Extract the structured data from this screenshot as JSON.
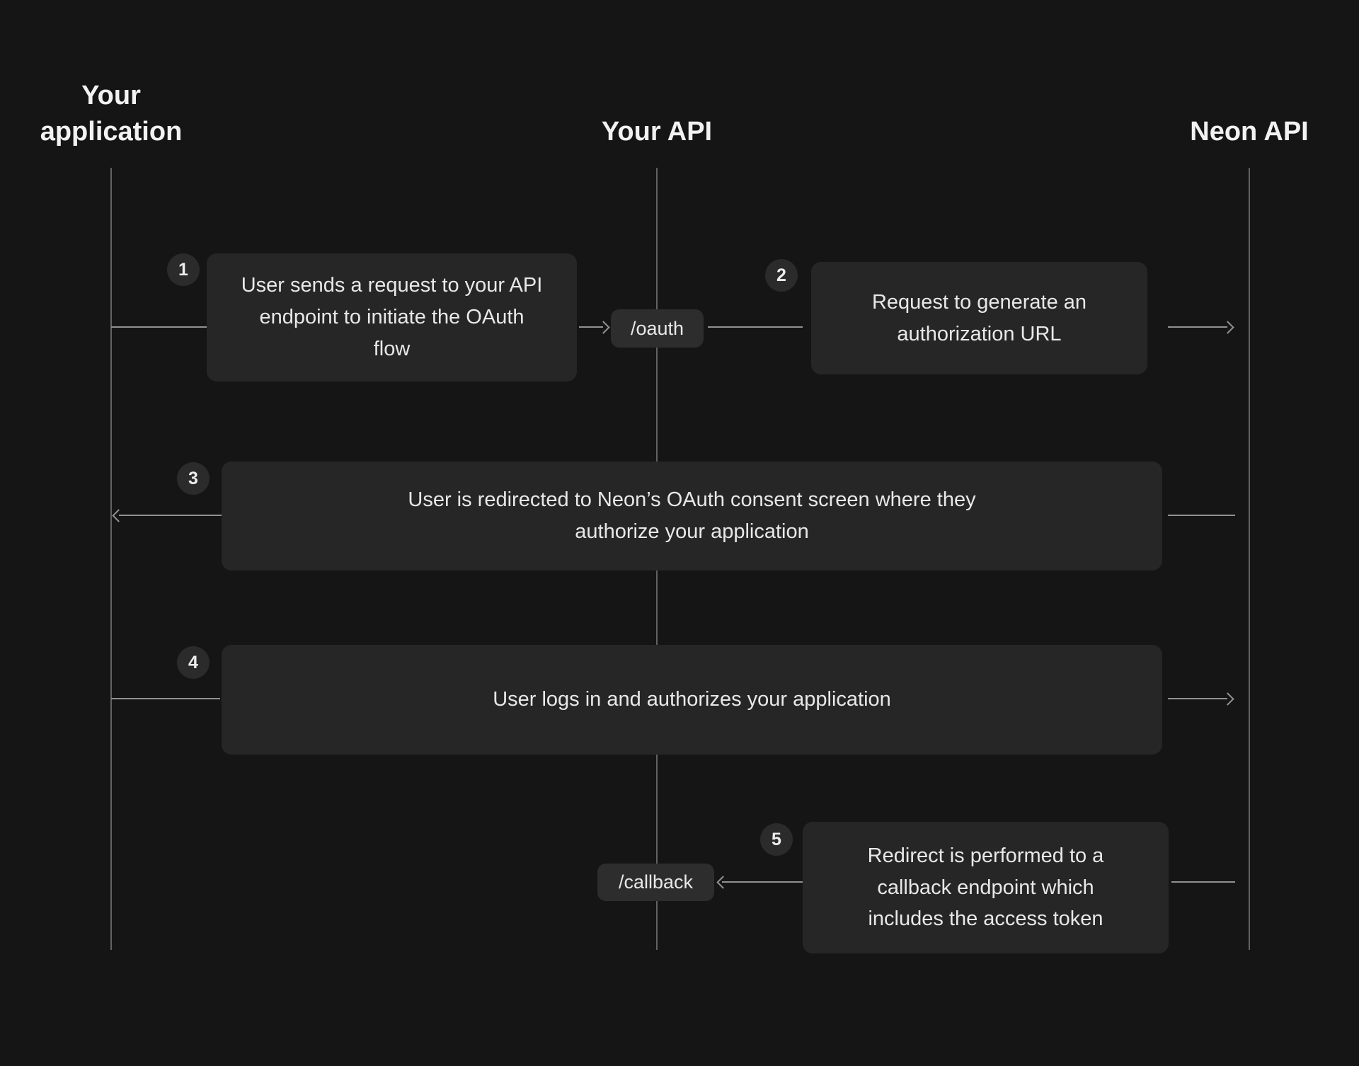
{
  "diagram": {
    "type": "sequence-diagram",
    "subject": "OAuth flow between your application, your API and the Neon API"
  },
  "lanes": [
    {
      "id": "your-application",
      "label": "Your application"
    },
    {
      "id": "your-api",
      "label": "Your API"
    },
    {
      "id": "neon-api",
      "label": "Neon API"
    }
  ],
  "endpoints": [
    {
      "id": "oauth",
      "label": "/oauth"
    },
    {
      "id": "callback",
      "label": "/callback"
    }
  ],
  "steps": [
    {
      "number": "1",
      "text": "User sends a request to your API endpoint to initiate the OAuth flow",
      "from": "your-application",
      "to": "/oauth"
    },
    {
      "number": "2",
      "text": "Request to generate an authorization URL",
      "from": "your-api",
      "to": "neon-api"
    },
    {
      "number": "3",
      "text": "User is redirected to Neon’s OAuth consent screen where they authorize your application",
      "from": "neon-api",
      "to": "your-application"
    },
    {
      "number": "4",
      "text": "User logs in and authorizes your application",
      "from": "your-application",
      "to": "neon-api"
    },
    {
      "number": "5",
      "text": "Redirect is performed to a callback endpoint which includes the access token",
      "from": "neon-api",
      "to": "/callback"
    }
  ],
  "colors": {
    "background": "#151515",
    "box": "#262626",
    "badge": "#2b2b2b",
    "pill": "#2d2d2d",
    "lifeline": "#626262",
    "message_line": "#919191",
    "heading_text": "#f2f2f2",
    "body_text": "#e8e8e8"
  }
}
